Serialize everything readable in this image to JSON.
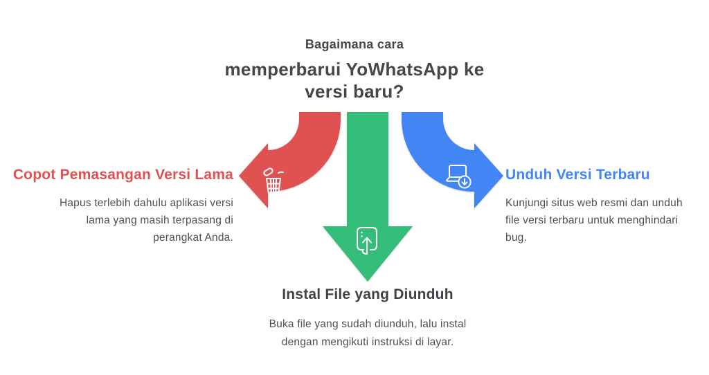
{
  "title": {
    "kicker": "Bagaimana cara",
    "line1": "memperbarui YoWhatsApp ke",
    "line2": "versi baru?"
  },
  "colors": {
    "red": "#E05252",
    "blue": "#4285F4",
    "green": "#34BD79",
    "heading_dark": "#3F4347",
    "body_text": "#4F4F4F",
    "title_text": "#474747"
  },
  "steps": {
    "uninstall": {
      "heading": "Copot Pemasangan Versi Lama",
      "body": "Hapus terlebih dahulu aplikasi versi lama yang masih terpasang di perangkat Anda.",
      "icon": "trash-open-icon",
      "arrow_direction": "left"
    },
    "download": {
      "heading": "Unduh Versi Terbaru",
      "body": "Kunjungi situs web resmi dan unduh file versi terbaru untuk menghindari bug.",
      "icon": "laptop-download-icon",
      "arrow_direction": "right"
    },
    "install": {
      "heading": "Instal File yang Diunduh",
      "body": "Buka file yang sudah diunduh, lalu instal dengan mengikuti instruksi di layar.",
      "icon": "app-install-icon",
      "arrow_direction": "down"
    }
  }
}
